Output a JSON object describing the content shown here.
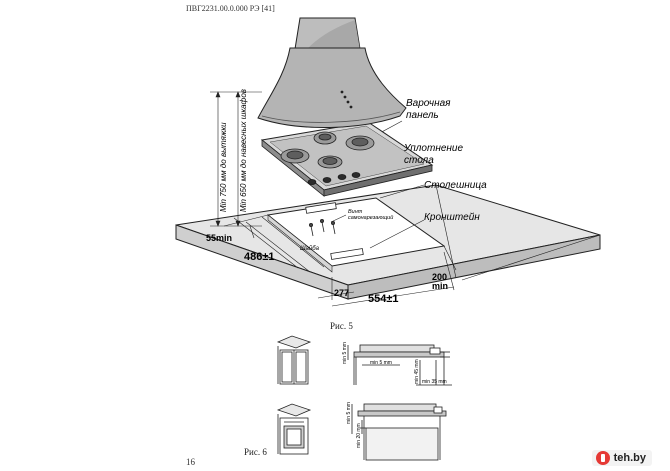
{
  "header": {
    "doc_code": "ПВГ2231.00.0.000 РЭ [41]"
  },
  "figure5": {
    "caption": "Рис. 5",
    "labels": {
      "cooktop": [
        "Варочная",
        "панель"
      ],
      "seal": [
        "Уплотнение",
        "стола"
      ],
      "countertop": "Столешница",
      "bracket": "Кронштейн",
      "screws": [
        "Винт",
        "самонарезающий"
      ],
      "washer": "Шайба"
    },
    "dims": {
      "vert_hood": "Min 750 мм до вытяжки",
      "vert_cabinet": "Min 650 мм до навесных шкафов",
      "edge": "55min",
      "depth": "486±1",
      "width": "554±1",
      "offset": "277",
      "rear_a": "200",
      "rear_b": "min"
    }
  },
  "figure6": {
    "caption": "Рис. 6",
    "dims_top": [
      "min 5 mm",
      "min 5 mm",
      "min 45 mm",
      "min 35 mm"
    ],
    "dims_bottom": [
      "min 5 mm",
      "min 20 mm"
    ]
  },
  "page_number": "16",
  "watermark": {
    "text": "teh.by"
  }
}
